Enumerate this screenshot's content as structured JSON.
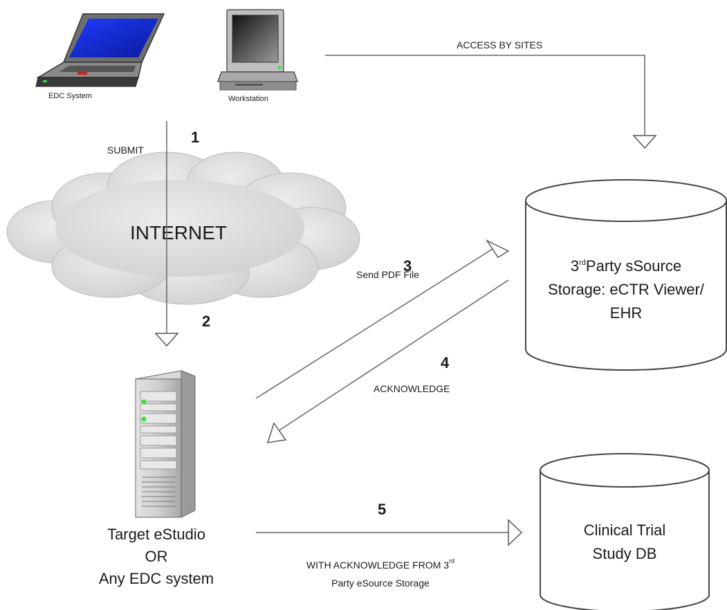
{
  "devices": {
    "laptop_label": "EDC System",
    "workstation_label": "Workstation",
    "server_label_lines": [
      "Target eStudio",
      "OR",
      "Any EDC system"
    ]
  },
  "network": {
    "cloud_label": "INTERNET"
  },
  "storage": {
    "sources_line1_prefix": "3",
    "sources_line1_sup": "rd",
    "sources_line1_rest": "Party sSource",
    "sources_line2": "Storage: eCTR Viewer/",
    "sources_line3": "EHR",
    "trial_db_lines": [
      "Clinical Trial",
      "Study DB"
    ]
  },
  "flows": {
    "access": {
      "label": "ACCESS BY SITES"
    },
    "submit": {
      "label": "SUBMIT",
      "step": "1"
    },
    "arrive": {
      "step": "2"
    },
    "send": {
      "label": "Send PDF File",
      "step": "3"
    },
    "ack": {
      "label": "ACKNOWLEDGE",
      "step": "4"
    },
    "final": {
      "step": "5",
      "label_line1": "WITH ACKNOWLEDGE FROM 3",
      "label_line1_sup": "rd",
      "label_line2": "Party eSource Storage"
    }
  }
}
